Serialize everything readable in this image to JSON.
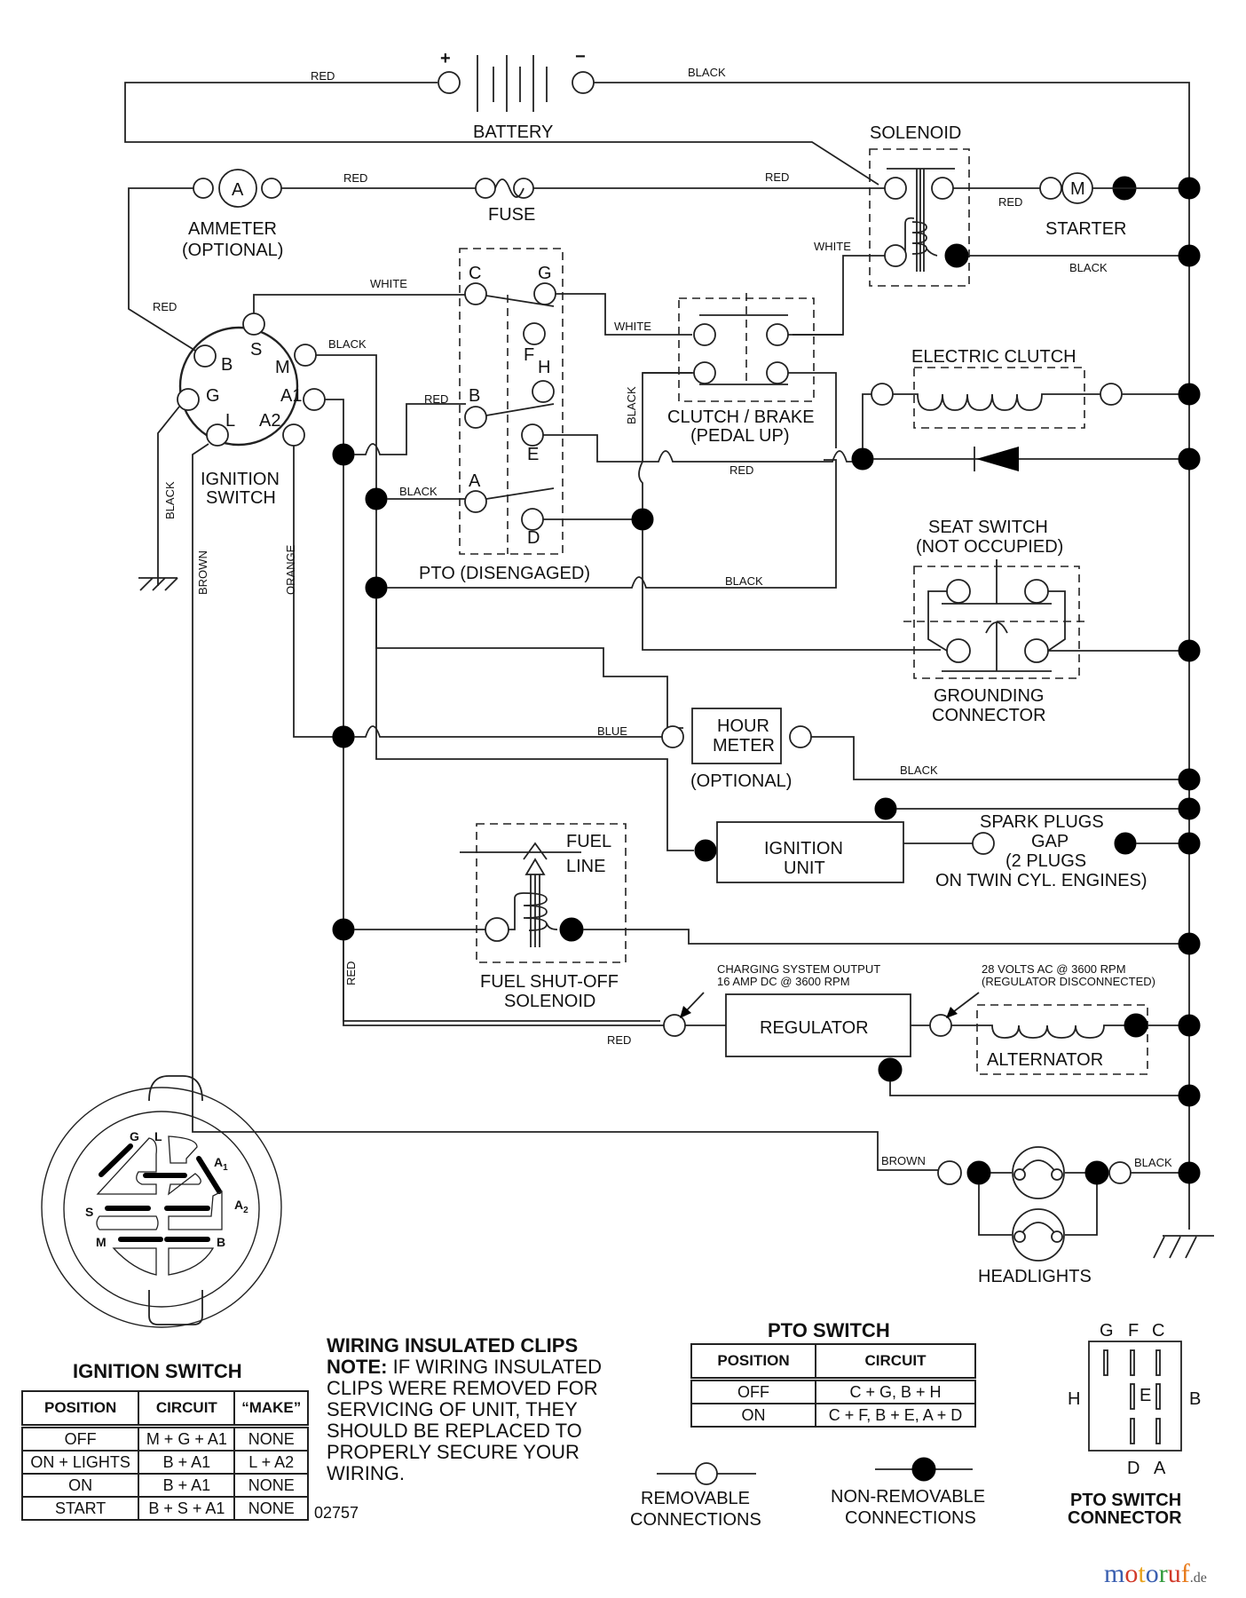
{
  "components": {
    "battery": {
      "label": "BATTERY",
      "plus": "+",
      "minus": "−"
    },
    "ammeter": {
      "label": "AMMETER",
      "sub": "(OPTIONAL)",
      "symbol": "A"
    },
    "fuse": {
      "label": "FUSE"
    },
    "solenoid": {
      "label": "SOLENOID"
    },
    "starter": {
      "label": "STARTER",
      "symbol": "M"
    },
    "ignition_switch": {
      "label_line1": "IGNITION",
      "label_line2": "SWITCH",
      "terminals": [
        "B",
        "S",
        "M",
        "G",
        "A1",
        "L",
        "A2"
      ]
    },
    "pto": {
      "label": "PTO (DISENGAGED)",
      "terminals": [
        "C",
        "G",
        "F",
        "H",
        "B",
        "E",
        "A",
        "D"
      ]
    },
    "clutch_brake": {
      "label_line1": "CLUTCH / BRAKE",
      "label_line2": "(PEDAL UP)"
    },
    "electric_clutch": {
      "label": "ELECTRIC CLUTCH"
    },
    "seat_switch": {
      "label_line1": "SEAT SWITCH",
      "label_line2": "(NOT OCCUPIED)"
    },
    "grounding_connector": {
      "label_line1": "GROUNDING",
      "label_line2": "CONNECTOR"
    },
    "hour_meter": {
      "label_line1": "HOUR",
      "label_line2": "METER",
      "sub": "(OPTIONAL)"
    },
    "ignition_unit": {
      "label_line1": "IGNITION",
      "label_line2": "UNIT"
    },
    "spark_plugs": {
      "line1": "SPARK PLUGS",
      "line2": "GAP",
      "line3": "(2 PLUGS",
      "line4": "ON TWIN CYL. ENGINES)"
    },
    "fuel_solenoid": {
      "fuel_line1": "FUEL",
      "fuel_line2": "LINE",
      "label_line1": "FUEL SHUT-OFF",
      "label_line2": "SOLENOID"
    },
    "regulator": {
      "label": "REGULATOR",
      "note1_line1": "CHARGING SYSTEM OUTPUT",
      "note1_line2": "16 AMP DC @ 3600 RPM",
      "note2_line1": "28 VOLTS AC @ 3600 RPM",
      "note2_line2": "(REGULATOR DISCONNECTED)"
    },
    "alternator": {
      "label": "ALTERNATOR"
    },
    "headlights": {
      "label": "HEADLIGHTS"
    }
  },
  "wires": {
    "red": "RED",
    "black": "BLACK",
    "white": "WHITE",
    "blue": "BLUE",
    "brown": "BROWN",
    "orange": "ORANGE"
  },
  "ignition_switch_face": {
    "pins": [
      "G",
      "L",
      "A",
      "1",
      "A",
      "2",
      "S",
      "M",
      "B"
    ]
  },
  "ignition_table": {
    "title": "IGNITION SWITCH",
    "headers": [
      "POSITION",
      "CIRCUIT",
      "“MAKE”"
    ],
    "rows": [
      [
        "OFF",
        "M + G + A1",
        "NONE"
      ],
      [
        "ON + LIGHTS",
        "B + A1",
        "L + A2"
      ],
      [
        "ON",
        "B + A1",
        "NONE"
      ],
      [
        "START",
        "B + S + A1",
        "NONE"
      ]
    ]
  },
  "part_number": "02757",
  "note": {
    "title": "WIRING INSULATED CLIPS",
    "lead": "NOTE:",
    "body": "IF WIRING INSULATED CLIPS WERE REMOVED FOR SERVICING OF UNIT, THEY SHOULD BE REPLACED TO PROPERLY SECURE YOUR WIRING."
  },
  "pto_table": {
    "title": "PTO SWITCH",
    "headers": [
      "POSITION",
      "CIRCUIT"
    ],
    "rows": [
      [
        "OFF",
        "C + G, B + H"
      ],
      [
        "ON",
        "C + F, B + E, A + D"
      ]
    ]
  },
  "legend": {
    "removable_line1": "REMOVABLE",
    "removable_line2": "CONNECTIONS",
    "nonremovable_line1": "NON-REMOVABLE",
    "nonremovable_line2": "CONNECTIONS"
  },
  "pto_connector": {
    "title_line1": "PTO SWITCH",
    "title_line2": "CONNECTOR",
    "top": [
      "G",
      "F",
      "C"
    ],
    "left": "H",
    "right": "B",
    "center": "E",
    "bottom": [
      "D",
      "A"
    ]
  },
  "watermark": {
    "brand": "motoruf",
    "tld": ".de",
    "colors": [
      "#3a5fb0",
      "#d23a2a",
      "#e8a21a",
      "#3a5fb0",
      "#2f9a3a",
      "#d23a2a",
      "#e87a1a"
    ]
  }
}
